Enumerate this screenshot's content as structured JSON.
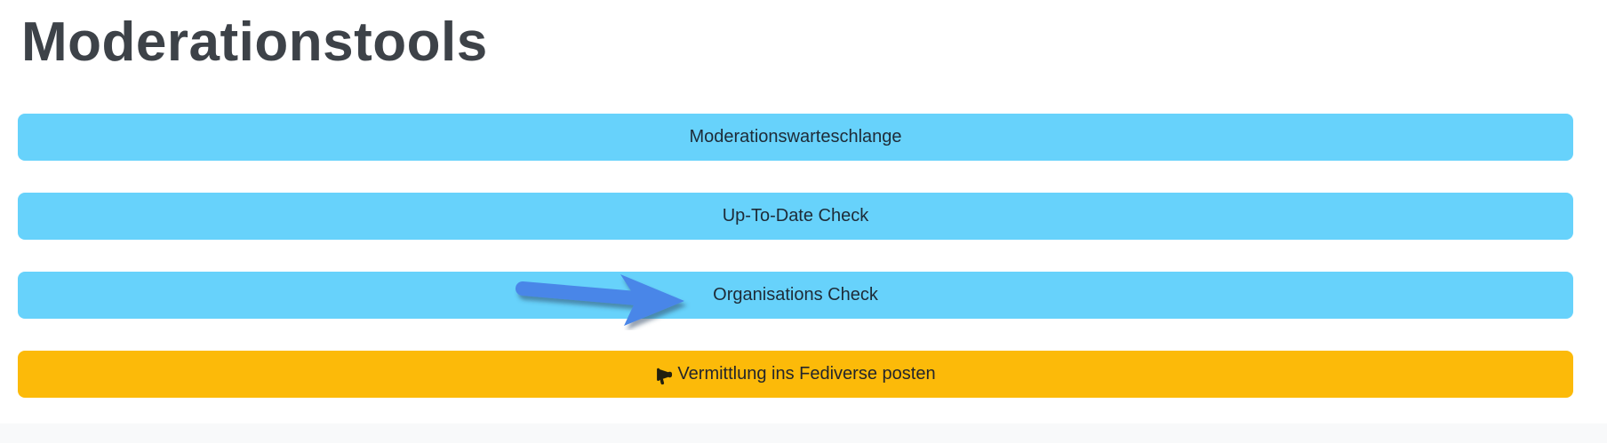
{
  "header": {
    "title": "Moderationstools"
  },
  "buttons": [
    {
      "label": "Moderationswarteschlange"
    },
    {
      "label": "Up-To-Date Check"
    },
    {
      "label": "Organisations Check"
    },
    {
      "label": "Vermittlung ins Fediverse posten",
      "icon": "megaphone-icon"
    }
  ],
  "annotation": {
    "type": "arrow",
    "points_to": "Organisations Check",
    "color": "#4a86e8"
  },
  "colors": {
    "button_info_bg": "#67d2fb",
    "button_warning_bg": "#fcba09",
    "button_text": "#1e2b37",
    "title_text": "#3d4248",
    "footer_bar_bg": "#f8f9fa",
    "arrow": "#4a86e8"
  }
}
